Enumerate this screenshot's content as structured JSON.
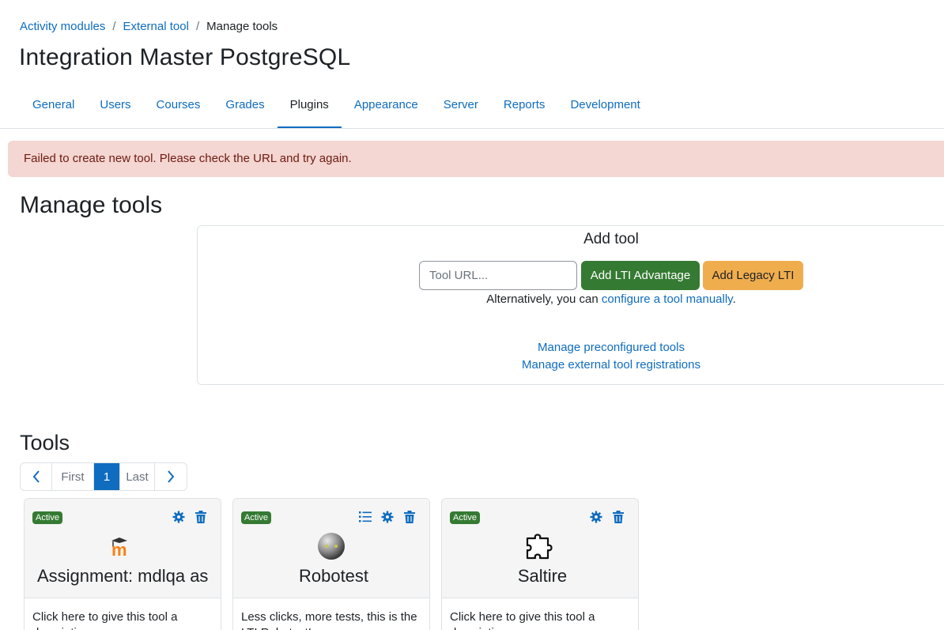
{
  "breadcrumb": {
    "items": [
      "Activity modules",
      "External tool"
    ],
    "current": "Manage tools",
    "separator": "/"
  },
  "page_title": "Integration Master PostgreSQL",
  "nav_tabs": [
    "General",
    "Users",
    "Courses",
    "Grades",
    "Plugins",
    "Appearance",
    "Server",
    "Reports",
    "Development"
  ],
  "active_tab": "Plugins",
  "alert": {
    "message": "Failed to create new tool. Please check the URL and try again."
  },
  "manage_heading": "Manage tools",
  "add_tool": {
    "title": "Add tool",
    "url_placeholder": "Tool URL...",
    "url_value": "",
    "add_lti_advantage": "Add LTI Advantage",
    "add_legacy_lti": "Add Legacy LTI",
    "alt_prefix": "Alternatively, you can ",
    "alt_link": "configure a tool manually",
    "alt_suffix": ".",
    "link_preconfigured": "Manage preconfigured tools",
    "link_registrations": "Manage external tool registrations"
  },
  "tools_heading": "Tools",
  "pagination": {
    "first": "First",
    "current": "1",
    "last": "Last",
    "prev_icon": "chevron-left-icon",
    "next_icon": "chevron-right-icon"
  },
  "cards": [
    {
      "status": "Active",
      "name": "Assignment: mdlqa as",
      "description": "Click here to give this tool a description.",
      "icons": [
        "gear-icon",
        "trash-icon"
      ],
      "logo": "moodle-logo"
    },
    {
      "status": "Active",
      "name": "Robotest",
      "description": "Less clicks, more tests, this is the LTI Robotest!",
      "icons": [
        "list-icon",
        "gear-icon",
        "trash-icon"
      ],
      "logo": "robot-ball-logo"
    },
    {
      "status": "Active",
      "name": "Saltire",
      "description": "Click here to give this tool a description.",
      "icons": [
        "gear-icon",
        "trash-icon"
      ],
      "logo": "puzzle-icon"
    }
  ],
  "colors": {
    "link": "#0f6cbf",
    "success": "#357a32",
    "warning": "#f0ad4e",
    "danger_bg": "#f4d6d2",
    "danger_text": "#6e1a11"
  }
}
